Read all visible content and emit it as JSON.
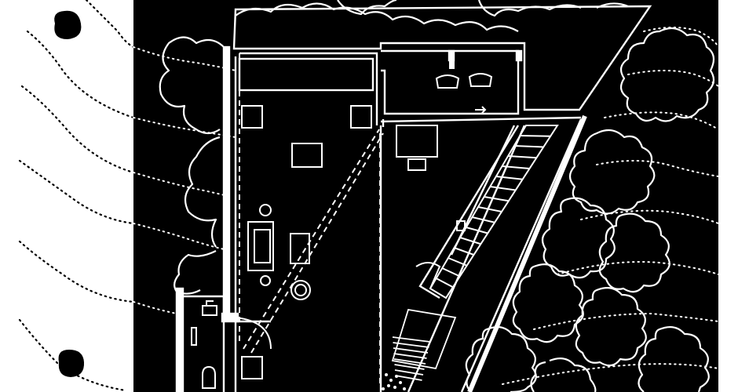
{
  "drawing": {
    "kind": "architectural floor plan",
    "background_color": "#000000",
    "line_color": "#ffffff",
    "paper_color": "#ffffff",
    "contour_color": "#000000"
  },
  "elements": {
    "trees": "tree-outline-icon",
    "contours": "dotted-contour-line",
    "bushes": "dark-shrub-icon",
    "stair": "stair-treads",
    "furniture": [
      "sofa-icon",
      "armchair-icon",
      "table-icon",
      "chair-icon",
      "toilet-icon",
      "sink-icon"
    ]
  }
}
